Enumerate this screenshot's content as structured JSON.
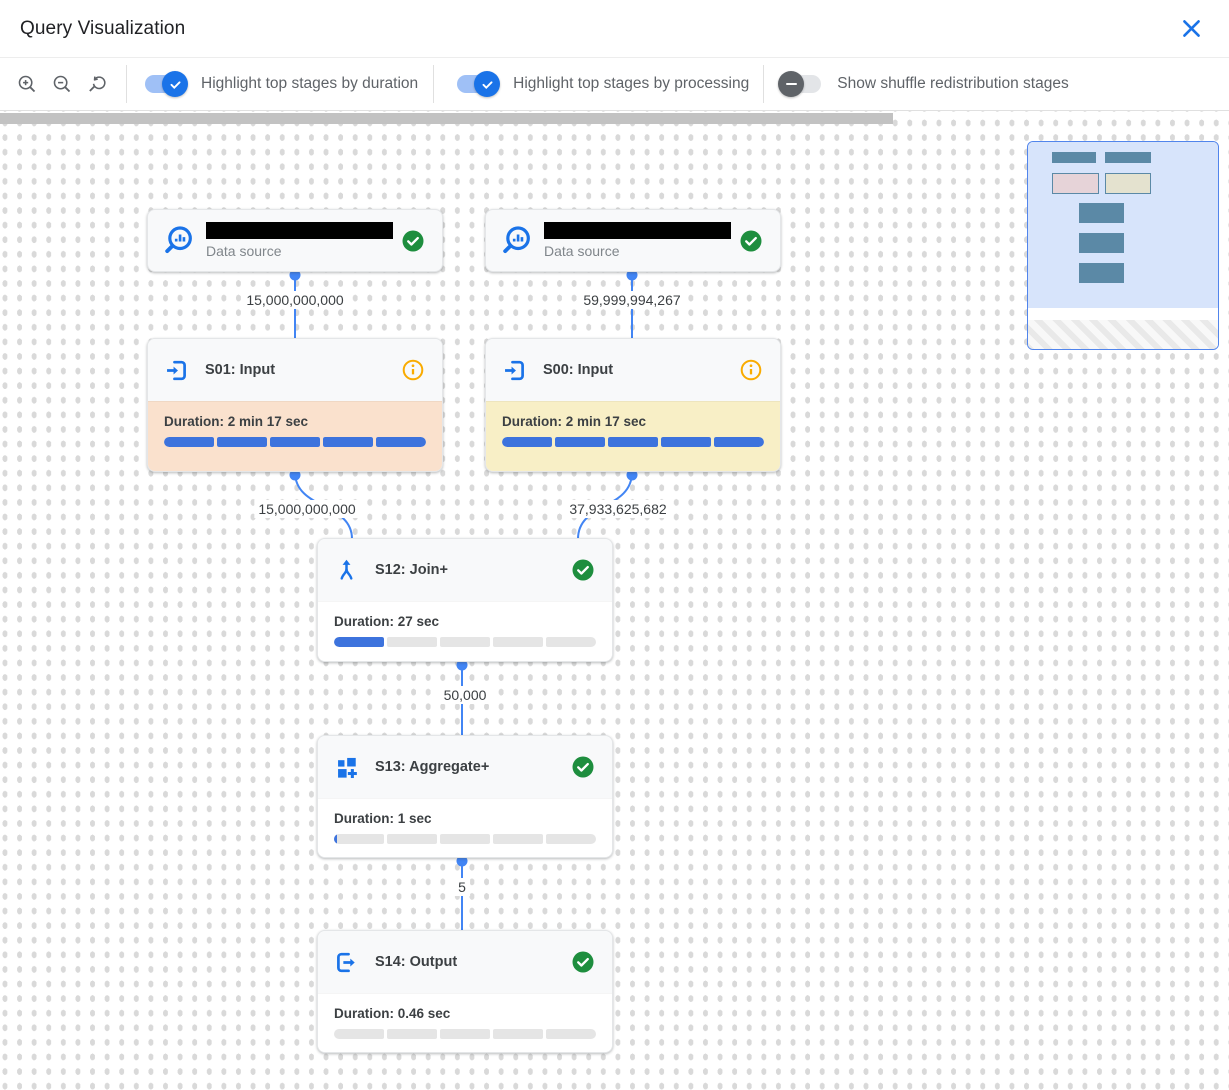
{
  "colors": {
    "accent-blue": "#1a73e8",
    "edge-blue": "#4285f4",
    "toggle-on-track": "#9fc0f6",
    "toggle-off-thumb": "#5f6368",
    "success-green": "#1e8e3e",
    "info-orange": "#f9ab00",
    "duration-highlight": "#fae1cd",
    "processing-highlight": "#f8efc6",
    "progress-fill": "#3d73dd",
    "progress-empty": "#e5e5e5",
    "minimap-bg": "#d7e4fb",
    "minimap-border": "#5185ec",
    "minimap-node": "#5b89a6",
    "minimap-pink": "#e6d3d8",
    "minimap-beige": "#e4e2cf"
  },
  "header": {
    "title": "Query Visualization",
    "close_icon": "close-x"
  },
  "toolbar": {
    "zoom_buttons": [
      {
        "icon": "zoom-in-icon"
      },
      {
        "icon": "zoom-out-icon"
      },
      {
        "icon": "zoom-reset-icon"
      }
    ],
    "toggles": [
      {
        "label": "Highlight top stages by duration",
        "state": "on"
      },
      {
        "label": "Highlight top stages by processing",
        "state": "on"
      },
      {
        "label": "Show shuffle redistribution stages",
        "state": "off"
      }
    ]
  },
  "graph": {
    "datasources": [
      {
        "label": "Data source",
        "name_redacted": true,
        "status": "completed"
      },
      {
        "label": "Data source",
        "name_redacted": true,
        "status": "completed"
      }
    ],
    "stages": [
      {
        "title": "S01: Input",
        "duration": "Duration: 2 min 17 sec",
        "status_icon": "info",
        "highlight": "duration",
        "segments": [
          1,
          1,
          1,
          1,
          1
        ]
      },
      {
        "title": "S00: Input",
        "duration": "Duration: 2 min 17 sec",
        "status_icon": "info",
        "highlight": "processing",
        "segments": [
          1,
          1,
          1,
          1,
          1
        ]
      },
      {
        "title": "S12: Join+",
        "duration": "Duration: 27 sec",
        "status_icon": "completed",
        "highlight": "none",
        "segments": [
          1,
          0,
          0,
          0,
          0
        ]
      },
      {
        "title": "S13: Aggregate+",
        "duration": "Duration: 1 sec",
        "status_icon": "completed",
        "highlight": "none",
        "segments": [
          0.05,
          0,
          0,
          0,
          0
        ]
      },
      {
        "title": "S14: Output",
        "duration": "Duration: 0.46 sec",
        "status_icon": "completed",
        "highlight": "none",
        "segments": [
          0,
          0,
          0,
          0,
          0
        ]
      }
    ],
    "edge_labels": [
      "15,000,000,000",
      "59,999,994,267",
      "15,000,000,000",
      "37,933,625,682",
      "50,000",
      "5"
    ]
  }
}
